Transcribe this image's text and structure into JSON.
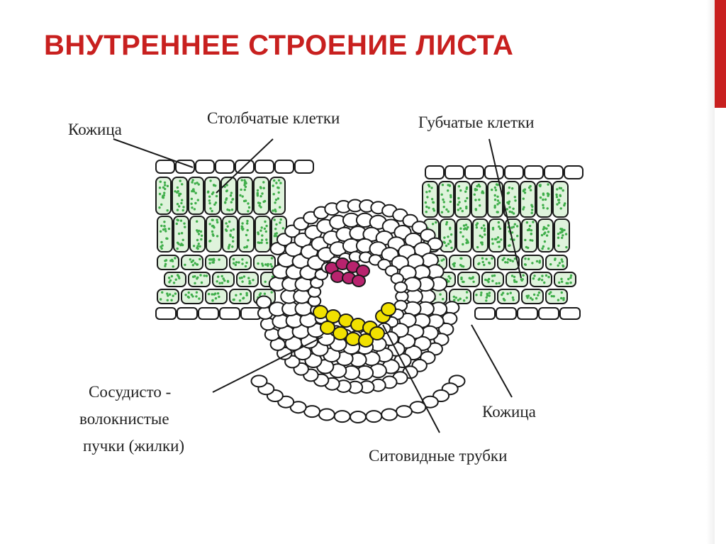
{
  "slide": {
    "title": "ВНУТРЕННЕЕ СТРОЕНИЕ ЛИСТА",
    "title_color": "#c8201f",
    "accent_color": "#c8201f"
  },
  "diagram": {
    "labels": {
      "epidermis_top": "Кожица",
      "palisade": "Столбчатые клетки",
      "spongy": "Губчатые клетки",
      "vascular_line1": "Сосудисто -",
      "vascular_line2": "волокнистые",
      "vascular_line3": "пучки (жилки)",
      "epidermis_bottom": "Кожица",
      "sieve_tubes": "Ситовидные трубки"
    },
    "colors": {
      "outline": "#1a1a1a",
      "cell_fill": "#ffffff",
      "chlorophyll_cell": "#dff3dc",
      "chloroplast_dot": "#3fae4a",
      "xylem": "#b8236e",
      "phloem": "#f1e100",
      "text": "#222222"
    }
  }
}
